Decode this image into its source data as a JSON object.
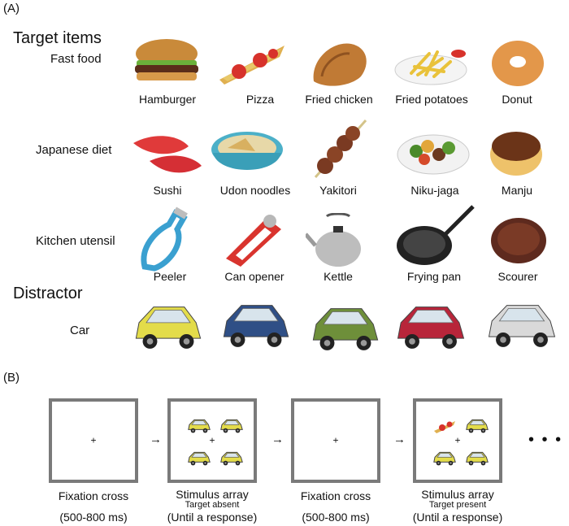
{
  "panel_a": {
    "label": "(A)",
    "target_title": "Target items",
    "distractor_title": "Distractor",
    "rows": [
      {
        "label": "Fast food",
        "items": [
          "Hamburger",
          "Pizza",
          "Fried chicken",
          "Fried potatoes",
          "Donut"
        ]
      },
      {
        "label": "Japanese diet",
        "items": [
          "Sushi",
          "Udon noodles",
          "Yakitori",
          "Niku-jaga",
          "Manju"
        ]
      },
      {
        "label": "Kitchen utensil",
        "items": [
          "Peeler",
          "Can opener",
          "Kettle",
          "Frying pan",
          "Scourer"
        ]
      },
      {
        "label": "Car",
        "items": [
          "",
          "",
          "",
          "",
          ""
        ]
      }
    ],
    "car_colors": [
      "#e3dc4a",
      "#2f4f86",
      "#6e8f3a",
      "#b8253a",
      "#d9d9d9"
    ]
  },
  "panel_b": {
    "label": "(B)",
    "screens": [
      {
        "title": "Fixation cross",
        "sub": "",
        "time": "(500-800 ms)",
        "content": "+"
      },
      {
        "title": "Stimulus array",
        "sub": "Target absent",
        "time": "(Until a response)",
        "content": "+"
      },
      {
        "title": "Fixation cross",
        "sub": "",
        "time": "(500-800 ms)",
        "content": "+"
      },
      {
        "title": "Stimulus array",
        "sub": "Target present",
        "time": "(Until a response)",
        "content": "+"
      }
    ],
    "arrow": "→",
    "ellipsis": "• • •"
  }
}
